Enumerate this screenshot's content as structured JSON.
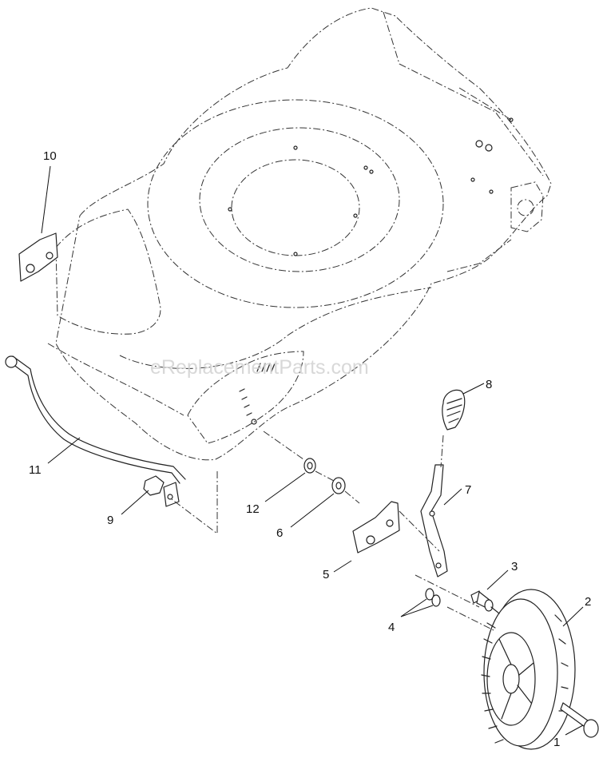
{
  "watermark": "eReplacementParts.com",
  "callouts": [
    {
      "id": "1",
      "text": "1"
    },
    {
      "id": "2",
      "text": "2"
    },
    {
      "id": "3",
      "text": "3"
    },
    {
      "id": "4",
      "text": "4"
    },
    {
      "id": "5",
      "text": "5"
    },
    {
      "id": "6",
      "text": "6"
    },
    {
      "id": "7",
      "text": "7"
    },
    {
      "id": "8",
      "text": "8"
    },
    {
      "id": "9",
      "text": "9"
    },
    {
      "id": "10",
      "text": "10"
    },
    {
      "id": "11",
      "text": "11"
    },
    {
      "id": "12",
      "text": "12"
    }
  ]
}
